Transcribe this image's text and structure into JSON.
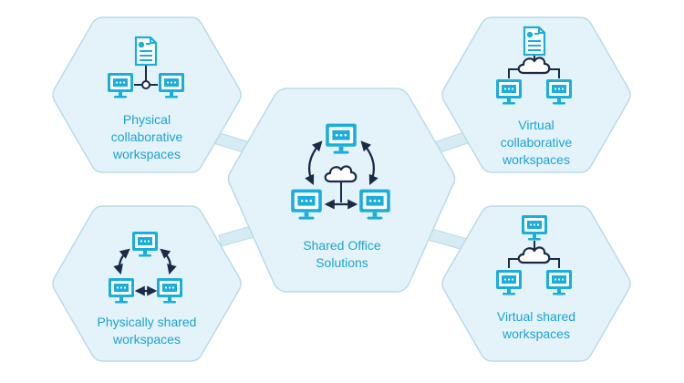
{
  "colors": {
    "hex_fill": "#e4f3f9",
    "hex_stroke": "#b9dbe8",
    "connector": "#d6ebf3",
    "icon_fill": "#1aaedc",
    "icon_dark": "#1b2a47",
    "label": "#1aa3d4"
  },
  "icons": {
    "document": "document-icon",
    "monitor": "monitor-icon",
    "cloud": "cloud-icon",
    "arrow": "arrow-icon"
  },
  "nodes": {
    "center": {
      "label": "Shared Office\nSolutions"
    },
    "top_left": {
      "label": "Physical\ncollaborative\nworkspaces"
    },
    "bottom_left": {
      "label": "Physically shared\nworkspaces"
    },
    "top_right": {
      "label": "Virtual\ncollaborative\nworkspaces"
    },
    "bottom_right": {
      "label": "Virtual shared\nworkspaces"
    }
  }
}
